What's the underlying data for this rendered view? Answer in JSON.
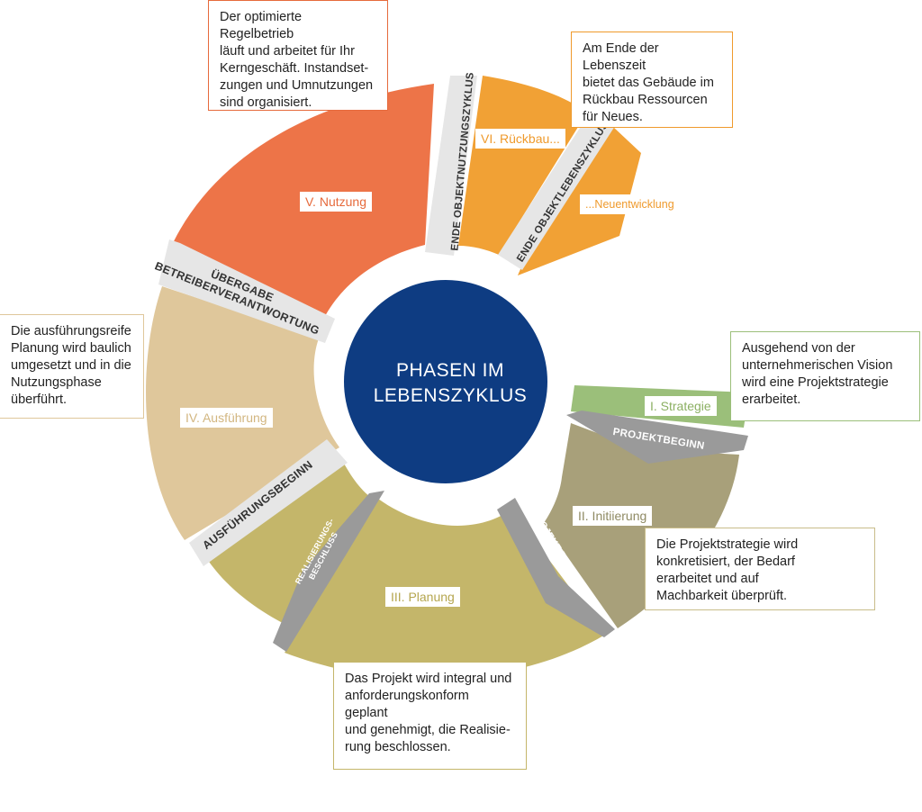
{
  "center": {
    "line1": "PHASEN IM",
    "line2": "LEBENSZYKLUS",
    "color": "#0e3c82"
  },
  "phases": [
    {
      "label": "I. Strategie",
      "color": "#9bbf7a",
      "text_color": "#8cb063"
    },
    {
      "label": "II. Initiierung",
      "color": "#a8a07a",
      "text_color": "#8f8a63"
    },
    {
      "label": "III. Planung",
      "color": "#c4b66a",
      "text_color": "#b5a64f"
    },
    {
      "label": "IV. Ausführung",
      "color": "#dfc79b",
      "text_color": "#d2b680"
    },
    {
      "label": "V. Nutzung",
      "color": "#ed7448",
      "text_color": "#e66a3c"
    },
    {
      "label": "VI. Rückbau...",
      "color": "#f1a135",
      "text_color": "#ef9a2c"
    },
    {
      "label": "...Neuentwicklung",
      "color": "#f1a135",
      "text_color": "#ef9a2c"
    }
  ],
  "milestones": {
    "projektbeginn": "PROJEKTBEGINN",
    "projektbeschluss_1": "PROJEKT-",
    "projektbeschluss_2": "BESCHLUSS",
    "realisierung_1": "REALISIERUNGS-",
    "realisierung_2": "BESCHLUSS",
    "ausfuehrungsbeginn": "AUSFÜHRUNGSBEGINN",
    "uebergabe_1": "ÜBERGABE",
    "uebergabe_2": "BETREIBERVERANTWORTUNG",
    "ende_nutzung": "ENDE OBJEKTNUTZUNGSZYKLUS",
    "ende_leben": "ENDE OBJEKTLEBENSZYKLUS"
  },
  "milestone_colors": {
    "grey": "#9a9a9a",
    "light": "#e6e6e6"
  },
  "descriptions": {
    "nutzung": "Der optimierte Regelbetrieb\nläuft und arbeitet für Ihr\nKerngeschäft. Instandset-\nzungen und Umnutzungen\nsind organisiert.",
    "rueckbau": "Am Ende der Lebenszeit\nbietet das Gebäude im\nRückbau Ressourcen\nfür Neues.",
    "strategie": "Ausgehend von der\nunternehmerischen Vision\nwird eine Projektstrategie\nerarbeitet.",
    "ausfuehrung": "Die ausführungsreife\nPlanung wird baulich\numgesetzt und in die\nNutzungsphase\nüberführt.",
    "initiierung": "Die Projektstrategie wird\nkonkretisiert, der Bedarf\nerarbeitet und auf\nMachbarkeit überprüft.",
    "planung": "Das Projekt wird integral und\nanforderungskonform geplant\nund genehmigt, die Realisie-\nrung beschlossen."
  },
  "box_colors": {
    "nutzung": "#e66a3c",
    "rueckbau": "#ef9a2c",
    "strategie": "#9bbf7a",
    "ausfuehrung": "#dfc79b",
    "initiierung": "#c9bd8a",
    "planung": "#c4b66a"
  }
}
